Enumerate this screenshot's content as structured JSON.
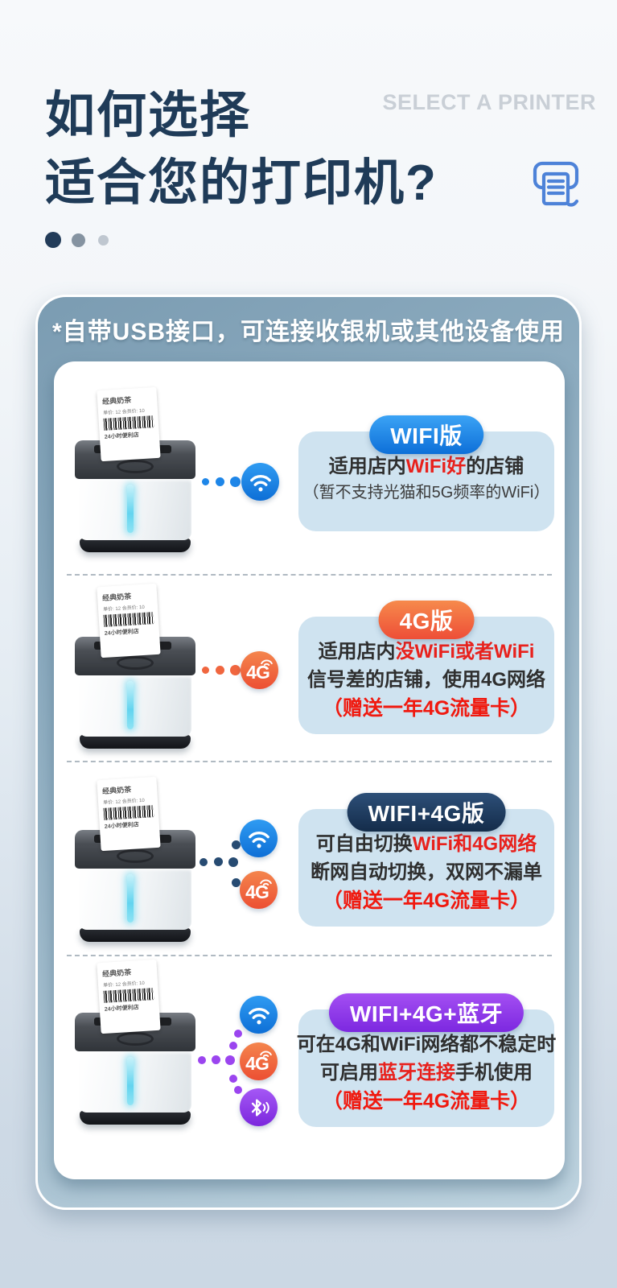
{
  "colors": {
    "title": "#1f3b58",
    "subtitle_gray": "#c9cfd6",
    "accent_blue": "#1e86e8",
    "accent_orange": "#f0603d",
    "accent_navy": "#1d3a57",
    "accent_purple": "#8c35ea",
    "highlight_red": "#e8211c",
    "panel_bg": "#cfe3f0",
    "card_gradient": [
      "#7b9cb2",
      "#bfd4e0"
    ],
    "page_bg": [
      "#f7f9fb",
      "#cbd8e4"
    ],
    "carousel_dots": [
      "#223c59",
      "#8593a1",
      "#bfc7d0"
    ]
  },
  "header": {
    "title_line1": "如何选择",
    "title_line2": "适合您的打印机?",
    "subtitle_en": "SELECT A PRINTER"
  },
  "banner": {
    "text": "*自带USB接口，可连接收银机或其他设备使用"
  },
  "printer_label": {
    "name": "经典奶茶",
    "price_line": "单价: 12  会员价: 10",
    "store": "24小时便利店"
  },
  "icons": {
    "fourg_label": "4G"
  },
  "sections": [
    {
      "id": "wifi",
      "badge": "WIFI版",
      "badge_colors": [
        "#3ba3f5",
        "#0d6fd8"
      ],
      "icons": [
        "wifi"
      ],
      "lines": [
        {
          "cls": "main",
          "segments": [
            {
              "t": "适用店内"
            },
            {
              "t": "WiFi好",
              "red": true
            },
            {
              "t": "的店铺"
            }
          ]
        },
        {
          "cls": "small",
          "segments": [
            {
              "t": "（暂不支持光猫和5G频率的WiFi）"
            }
          ]
        }
      ]
    },
    {
      "id": "4g",
      "badge": "4G版",
      "badge_colors": [
        "#f68a4c",
        "#ee4e37"
      ],
      "icons": [
        "4g"
      ],
      "lines": [
        {
          "cls": "main",
          "segments": [
            {
              "t": "适用店内"
            },
            {
              "t": "没WiFi或者WiFi",
              "red": true
            }
          ]
        },
        {
          "cls": "main",
          "segments": [
            {
              "t": "信号差的店铺，使用4G网络"
            }
          ]
        },
        {
          "cls": "bonus",
          "segments": [
            {
              "t": "（赠送一年4G流量卡）",
              "red": true
            }
          ]
        }
      ]
    },
    {
      "id": "wifi-4g",
      "badge": "WIFI+4G版",
      "badge_colors": [
        "#2d4f78",
        "#142c4a"
      ],
      "icons": [
        "wifi",
        "4g"
      ],
      "lines": [
        {
          "cls": "main",
          "segments": [
            {
              "t": "可自由切换"
            },
            {
              "t": "WiFi和4G网络",
              "red": true
            }
          ]
        },
        {
          "cls": "main",
          "segments": [
            {
              "t": "断网自动切换，双网不漏单"
            }
          ]
        },
        {
          "cls": "bonus",
          "segments": [
            {
              "t": "（赠送一年4G流量卡）",
              "red": true
            }
          ]
        }
      ]
    },
    {
      "id": "wifi-4g-bluetooth",
      "badge": "WIFI+4G+蓝牙",
      "badge_colors": [
        "#a44ff2",
        "#7c28e0"
      ],
      "icons": [
        "wifi",
        "4g",
        "bluetooth"
      ],
      "lines": [
        {
          "cls": "main",
          "segments": [
            {
              "t": "可在4G和WiFi网络都不稳定时"
            }
          ]
        },
        {
          "cls": "main",
          "segments": [
            {
              "t": "可启用"
            },
            {
              "t": "蓝牙连接",
              "red": true
            },
            {
              "t": "手机使用"
            }
          ]
        },
        {
          "cls": "bonus",
          "segments": [
            {
              "t": "（赠送一年4G流量卡）",
              "red": true
            }
          ]
        }
      ]
    }
  ]
}
